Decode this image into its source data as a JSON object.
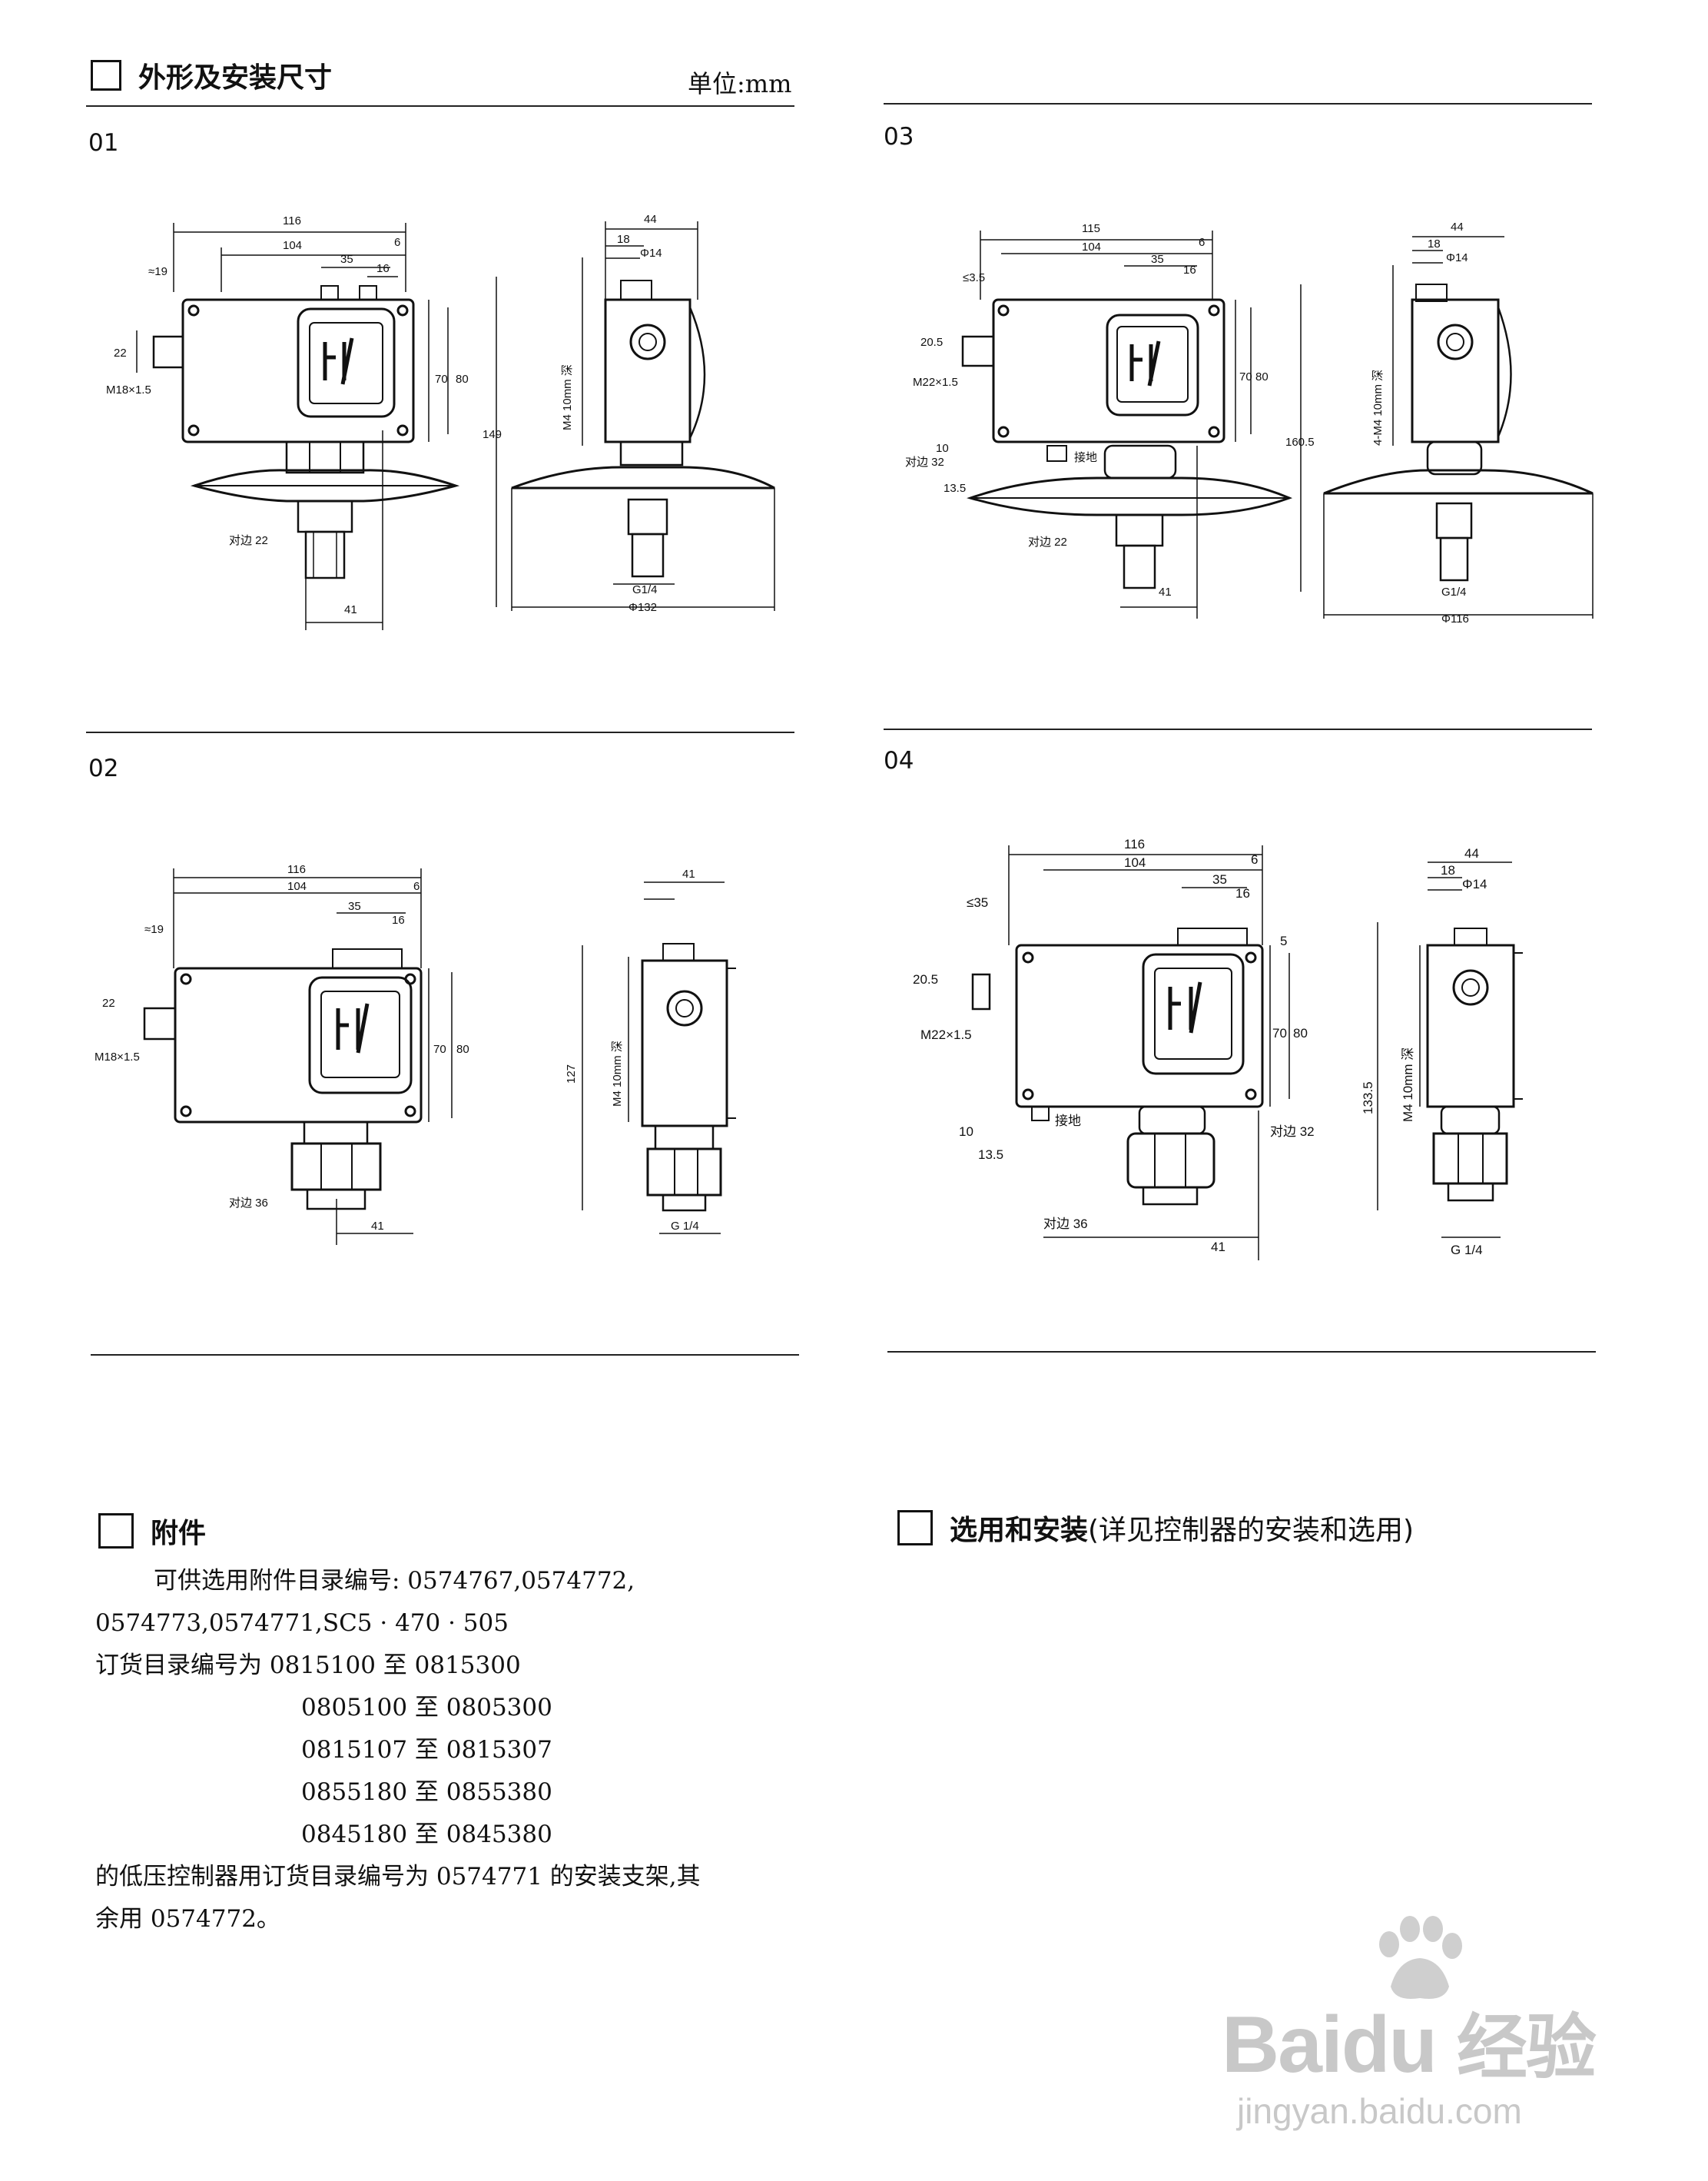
{
  "header": {
    "title": "外形及安装尺寸",
    "unit": "单位:mm"
  },
  "figures": [
    {
      "num": "01",
      "dims": {
        "total_w": "116",
        "inner_w": "104",
        "d35": "35",
        "d16": "16",
        "d6": "6",
        "d19": "≈19",
        "d22": "22",
        "d70": "70",
        "d80": "80",
        "thread": "M18×1.5",
        "across": "对边 22",
        "d41": "41",
        "side_w": "44",
        "d18": "18",
        "phi14": "Φ14",
        "height": "149",
        "hole": "M4 10mm 深",
        "pipe": "G1/4",
        "dia": "Φ132"
      }
    },
    {
      "num": "02",
      "dims": {
        "total_w": "116",
        "inner_w": "104",
        "d35": "35",
        "d16": "16",
        "d6": "6",
        "d19": "≈19",
        "d22": "22",
        "d70": "70",
        "d80": "80",
        "thread": "M18×1.5",
        "across": "对边 36",
        "d41": "41",
        "side_w": "41",
        "height": "127",
        "hole": "M4 10mm 深",
        "pipe": "G 1/4"
      }
    },
    {
      "num": "03",
      "dims": {
        "total_w": "115",
        "inner_w": "104",
        "d35": "35",
        "d16": "16",
        "d6": "6",
        "d35b": "≤3.5",
        "d205": "20.5",
        "d70": "70",
        "d80": "80",
        "thread": "M22×1.5",
        "across": "对边 22",
        "across2": "对边 32",
        "ground": "接地",
        "d10": "10",
        "d135": "13.5",
        "d41": "41",
        "side_w": "44",
        "d18": "18",
        "phi14": "Φ14",
        "height": "160.5",
        "hole": "4-M4 10mm 深",
        "pipe": "G1/4",
        "dia": "Φ116"
      }
    },
    {
      "num": "04",
      "dims": {
        "total_w": "116",
        "inner_w": "104",
        "d35": "35",
        "d16": "16",
        "d6": "6",
        "d35b": "≤35",
        "d205": "20.5",
        "d5": "5",
        "d70": "70",
        "d80": "80",
        "thread": "M22×1.5",
        "across": "对边 36",
        "across2": "对边 32",
        "ground": "接地",
        "d10": "10",
        "d135": "13.5",
        "d41": "41",
        "side_w": "44",
        "d18": "18",
        "phi14": "Φ14",
        "height": "133.5",
        "hole": "M4 10mm 深",
        "pipe": "G 1/4"
      }
    }
  ],
  "accessories": {
    "title": "附件",
    "lines": [
      "可供选用附件目录编号: 0574767,0574772,",
      "0574773,0574771,SC5 · 470 · 505",
      "订货目录编号为 0815100 至 0815300",
      "0805100 至 0805300",
      "0815107 至 0815307",
      "0855180 至 0855380",
      "0845180 至 0845380",
      "的低压控制器用订货目录编号为 0574771 的安装支架,其",
      "余用 0574772。"
    ]
  },
  "selection": {
    "title": "选用和安装",
    "subtitle": "(详见控制器的安装和选用)"
  },
  "watermark": {
    "brand_a": "Bai",
    "brand_b": "du",
    "brand_cn": "经验",
    "url": "jingyan.baidu.com"
  }
}
